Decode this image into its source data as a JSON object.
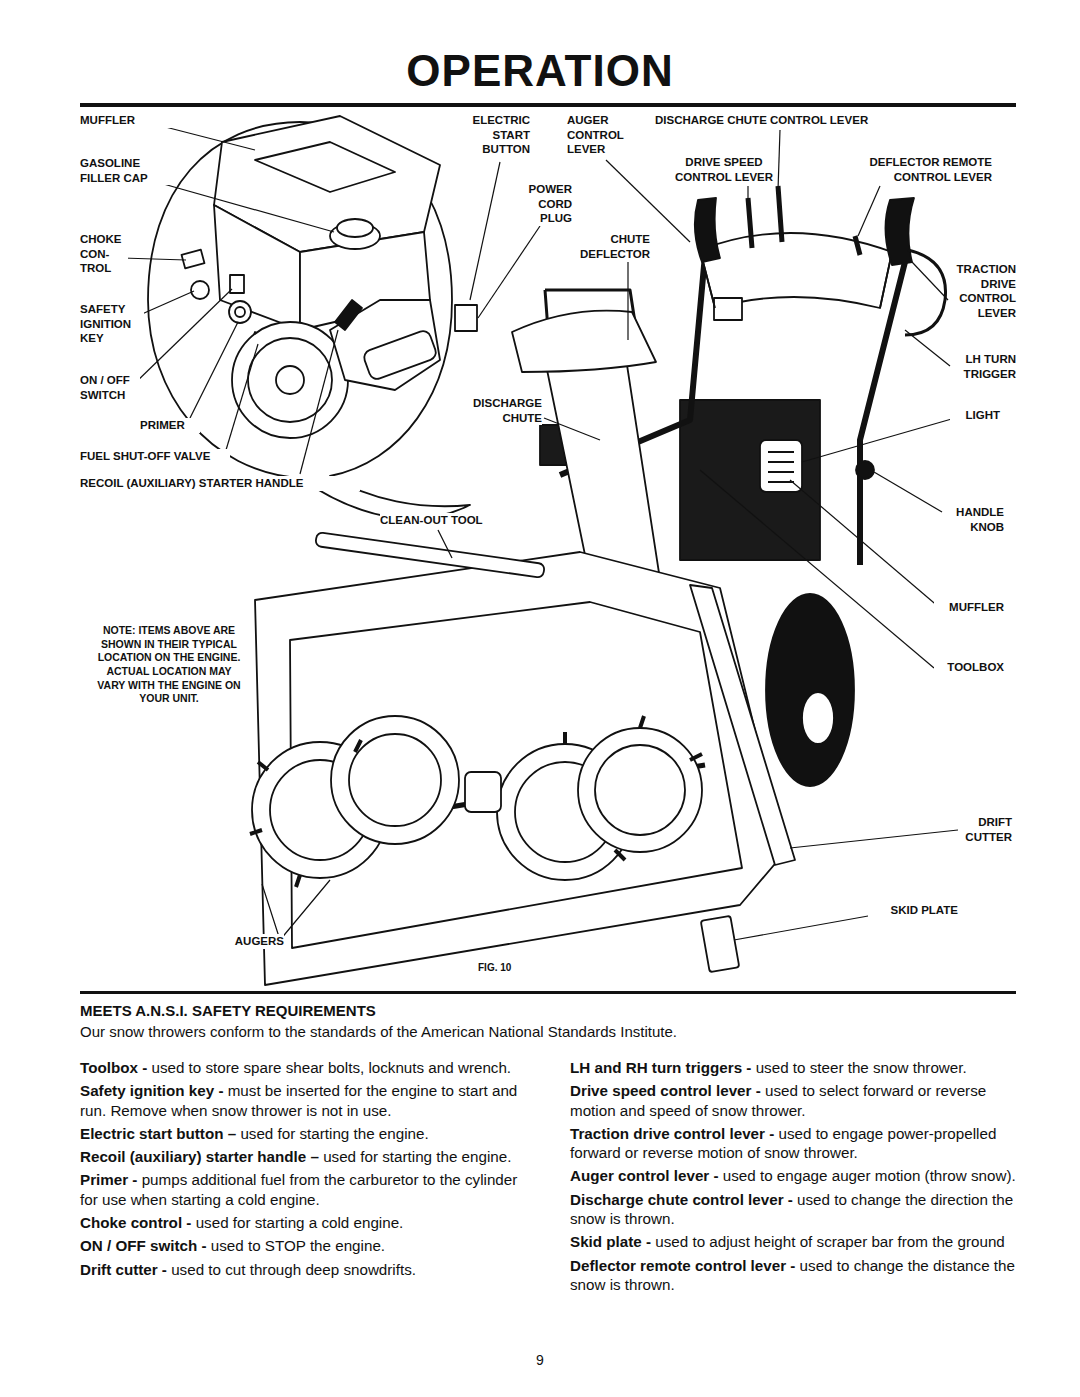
{
  "diagram": {
    "title": "OPERATION",
    "labels": [
      "MUFFLER",
      "GASOLINE FILLER CAP",
      "CHOKE CON- TROL",
      "SAFETY IGNITION KEY",
      "ON / OFF SWITCH",
      "PRIMER",
      "FUEL SHUT-OFF VALVE",
      "RECOIL (AUXILIARY) STARTER HANDLE",
      "ELECTRIC START BUTTON",
      "POWER CORD PLUG",
      "AUGER CONTROL LEVER",
      "DISCHARGE CHUTE CONTROL LEVER",
      "DRIVE SPEED CONTROL LEVER",
      "DEFLECTOR REMOTE CONTROL LEVER",
      "CHUTE DEFLECTOR",
      "TRACTION DRIVE CONTROL LEVER",
      "LH TURN TRIGGER",
      "DISCHARGE CHUTE",
      "LIGHT",
      "CLEAN-OUT TOOL",
      "HANDLE KNOB",
      "MUFFLER",
      "NOTE: ITEMS ABOVE ARE SHOWN IN THEIR TYPICAL LOCATION ON THE ENGINE. ACTUAL LOCATION MAY VARY WITH THE ENGINE ON YOUR UNIT.",
      "TOOLBOX",
      "DRIFT CUTTER",
      "SKID PLATE",
      "AUGERS",
      "FIG. 10",
      "MEETS A.N.S.I. SAFETY REQUIREMENTS",
      "Our snow throwers conform to the standards of the American National Standards Institute.",
      "Toolbox -",
      "used to store spare shear bolts, locknuts and wrench.",
      "Safety ignition key -",
      "must be inserted for the engine to start and run. Remove when snow thrower is not in use.",
      "Electric start button –",
      "used for starting the engine.",
      "Recoil (auxiliary) starter handle –",
      "used for starting the engine.",
      "Primer -",
      "pumps additional fuel from the carburetor to the cylinder for use when starting a cold engine.",
      "Choke control -",
      "used for starting a cold engine.",
      "ON / OFF switch -",
      "used to STOP the engine.",
      "Drift cutter -",
      "used to cut through deep snowdrifts.",
      "LH and RH turn triggers -",
      "used to steer the snow thrower.",
      "Drive speed control lever -",
      "used to select forward or reverse motion and speed of snow thrower.",
      "Traction drive control lever -",
      "used to engage power-propelled forward or reverse motion of snow thrower.",
      "Auger control lever -",
      "used to engage auger motion (throw snow).",
      "Discharge chute control lever -",
      "used to change the direction the snow is thrown.",
      "Skid plate -",
      "used to adjust height of scraper bar from the ground",
      "Deflector remote control lever -",
      "used to change the distance the snow is thrown.",
      "9"
    ]
  }
}
